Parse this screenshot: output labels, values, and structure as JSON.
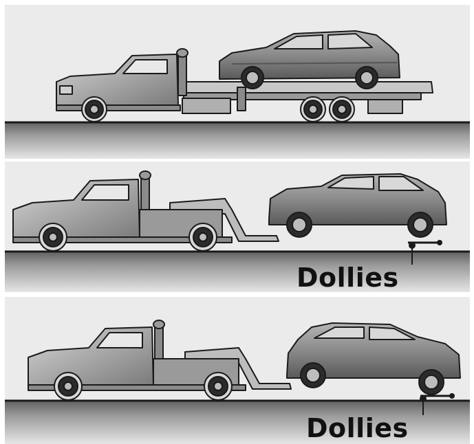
{
  "illustration": {
    "panels": [
      {
        "name": "flatbed-towing",
        "label": ""
      },
      {
        "name": "wheel-lift-towing-rear-dollies",
        "label": "Dollies"
      },
      {
        "name": "wheel-lift-towing-front-dollies",
        "label": "Dollies"
      }
    ]
  },
  "colors": {
    "sky": "#ebebeb",
    "ground_light": "#d8d8d8",
    "ground_dark": "#6e6e6e",
    "truck_body": "#a8a8a8",
    "car_body": "#7f7f7f",
    "outline": "#1a1a1a"
  }
}
